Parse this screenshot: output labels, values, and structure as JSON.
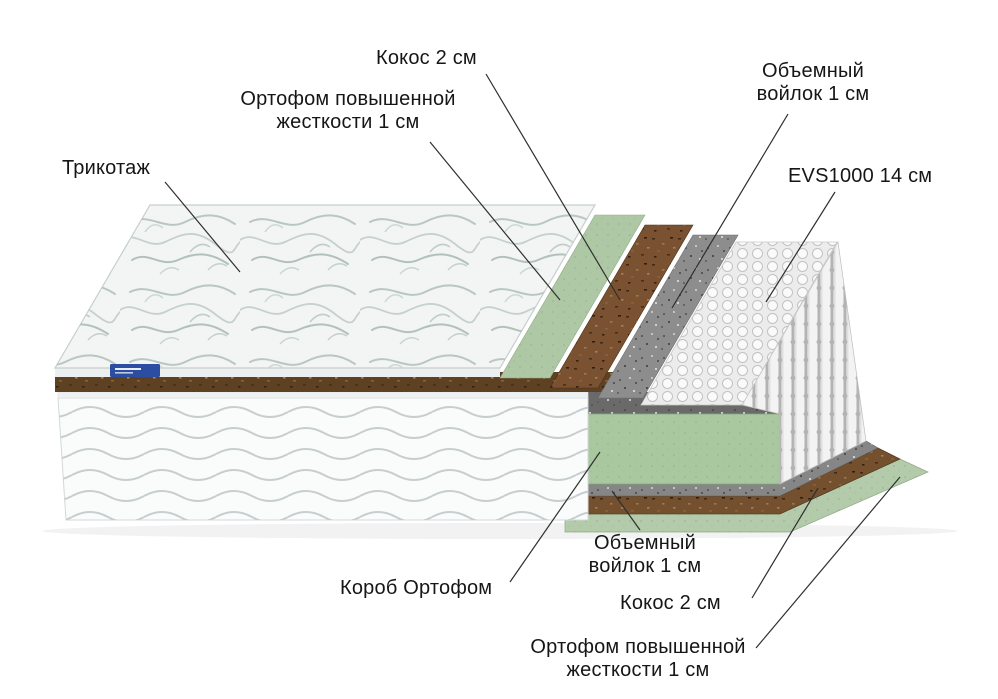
{
  "diagram": {
    "type": "mattress-layer-structure",
    "layers": [
      {
        "label": "Трикотаж",
        "color": "#f2f5f3"
      },
      {
        "label": "Ортофом повышенной жесткости 1 см",
        "color": "#aec8a6"
      },
      {
        "label": "Кокос 2 см",
        "color": "#7a5231"
      },
      {
        "label": "Объемный войлок 1 см",
        "color": "#8d8d8d"
      },
      {
        "label": "EVS1000 14 см",
        "color": "#ececec"
      },
      {
        "label": "Короб Ортофом",
        "color": "#a9c8a0"
      },
      {
        "label": "Объемный войлок 1 см",
        "color": "#868686"
      },
      {
        "label": "Кокос 2 см",
        "color": "#74502f"
      },
      {
        "label": "Ортофом повышенной жесткости 1 см",
        "color": "#b3cbaa"
      }
    ]
  },
  "colors": {
    "background": "#ffffff",
    "quilt_white": "#fafbfb",
    "knit_edge": "#eceff0",
    "piping": "#eef1f1",
    "shadow_band": "#6a6a6a",
    "under_band_brown": "#5e4023",
    "brand_tag_blue": "#2b4ea2",
    "leader_line": "#2f2f2f",
    "label_text": "#161616"
  }
}
